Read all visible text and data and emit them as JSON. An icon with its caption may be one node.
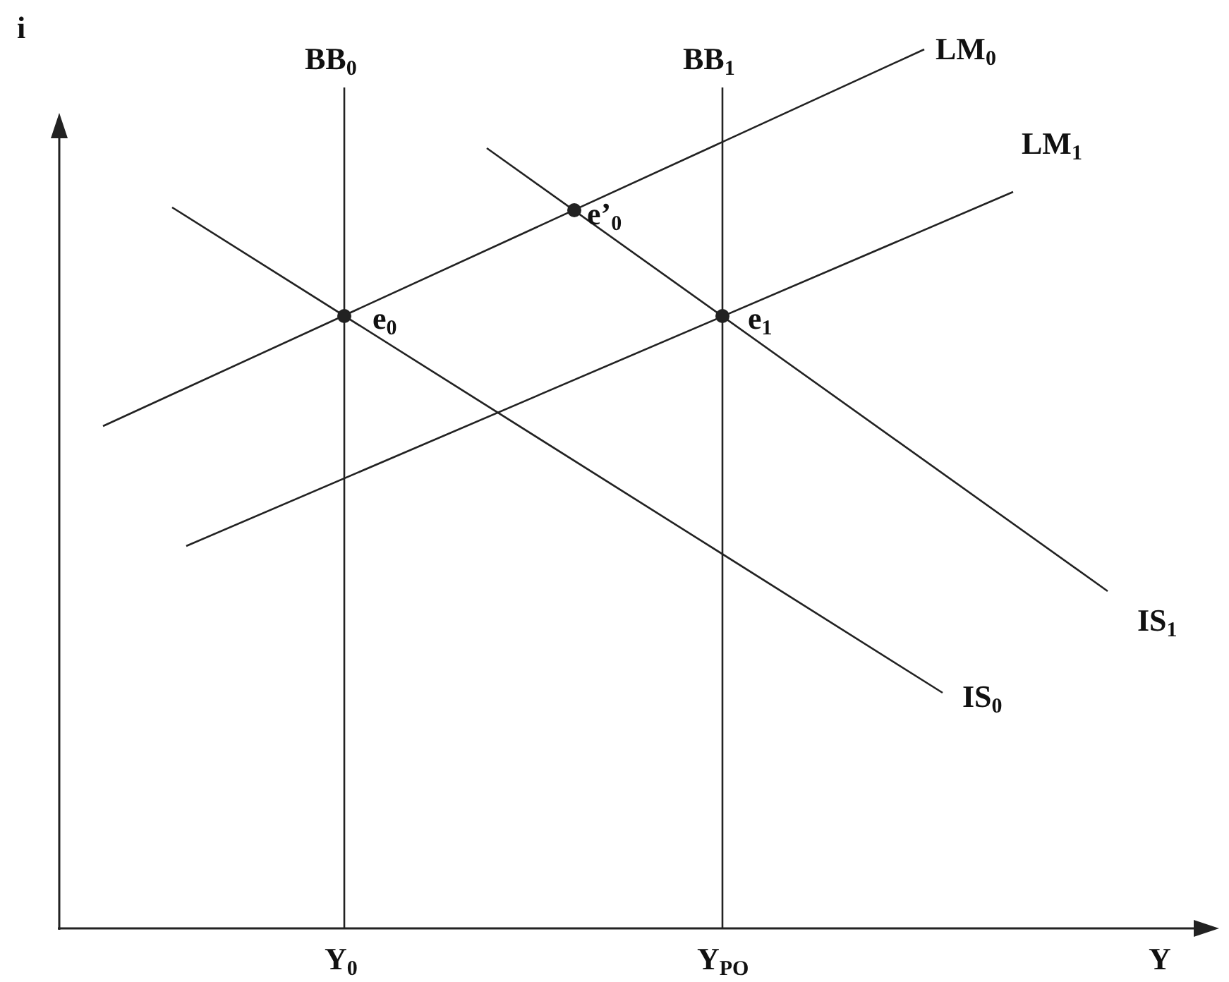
{
  "diagram": {
    "labels": [
      "i",
      "BB$_{0}$",
      "BB$_{1}$",
      "LM$_{0}$",
      "LM$_{1}$",
      "e’$_{0}$",
      "e$_{0}$",
      "e$_{1}$",
      "IS$_{1}$",
      "IS$_{0}$",
      "Y$_{0}$",
      "Y$_{PO}$",
      "Y"
    ]
  }
}
